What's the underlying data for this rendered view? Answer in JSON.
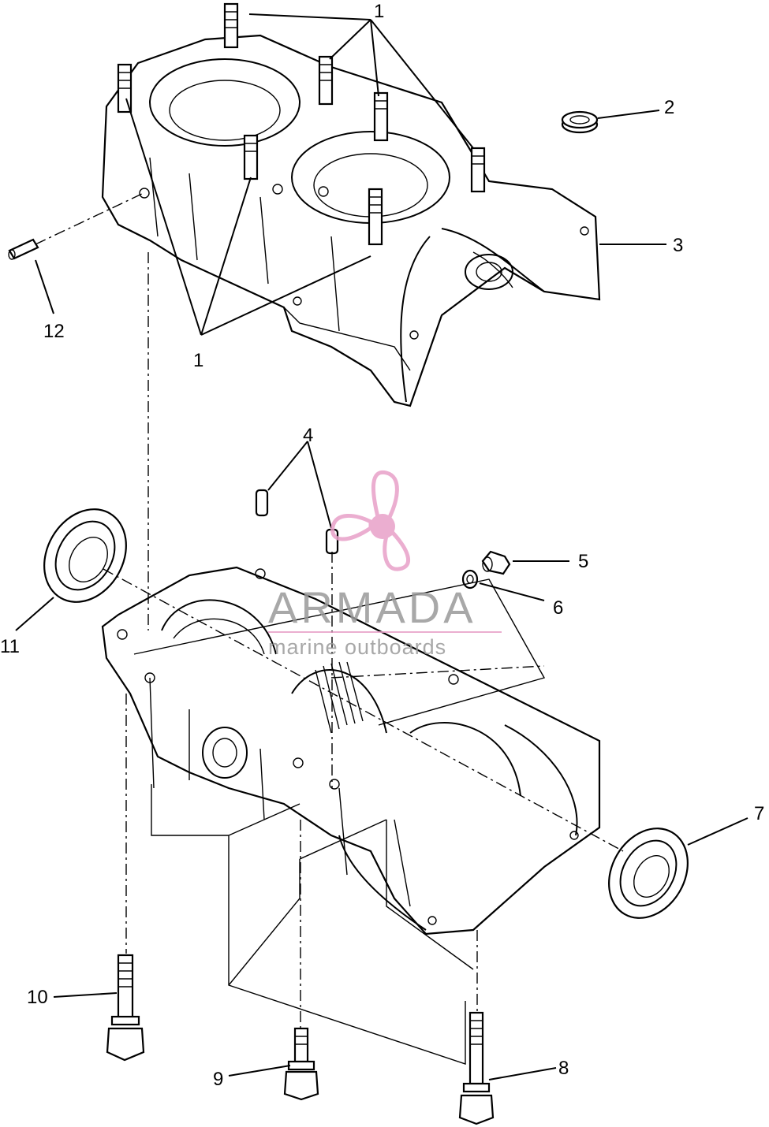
{
  "callouts": {
    "c1_top": "1",
    "c1_bottom": "1",
    "c2": "2",
    "c3": "3",
    "c4": "4",
    "c5": "5",
    "c6": "6",
    "c7": "7",
    "c8": "8",
    "c9": "9",
    "c10": "10",
    "c11": "11",
    "c12": "12"
  },
  "watermark": {
    "brand": "ARMADA",
    "tagline": "marine outboards",
    "accent_color": "#e8a0c8",
    "text_color": "#9a9a9a"
  }
}
